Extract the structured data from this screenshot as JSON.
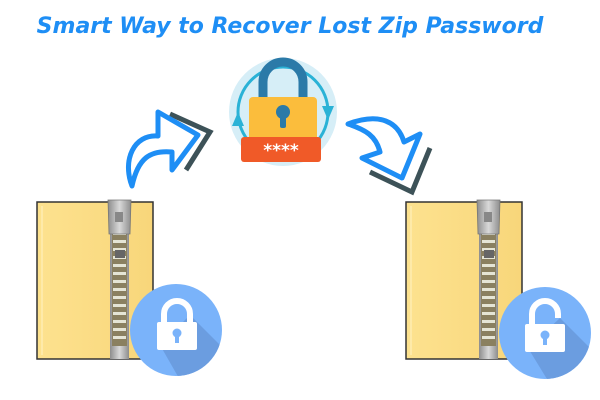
{
  "title": "Smart Way to Recover Lost Zip Password",
  "central_icon": {
    "name": "password-lock-icon",
    "masked_password": "****",
    "colors": {
      "ring_bg": "#d6eef7",
      "ring_arrows": "#2ab2d6",
      "shackle": "#2b7aa8",
      "body": "#fbbd3c",
      "keyhole": "#2b7aa8",
      "bar": "#f05a28"
    }
  },
  "left_arrow": {
    "name": "forward-arrow-icon",
    "color": "#1e8ef5",
    "shadow": "#3d5258"
  },
  "right_arrow": {
    "name": "down-arrow-icon",
    "color": "#1e8ef5",
    "shadow": "#3d5258"
  },
  "left_archive": {
    "name": "locked-zip-folder",
    "badge": "lock-closed-icon"
  },
  "right_archive": {
    "name": "unlocked-zip-folder",
    "badge": "lock-open-icon"
  },
  "colors": {
    "folder": "#fde08a",
    "folder_edge": "#333333",
    "badge": "#7ab3fa",
    "badge_shadow": "#6b9de0",
    "zipper": "#a8a8a8"
  }
}
